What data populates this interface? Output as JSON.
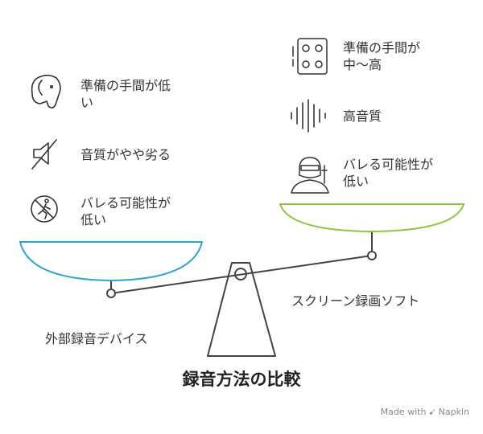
{
  "title": "録音方法の比較",
  "footer": {
    "made_with": "Made with",
    "brand": "Napkin"
  },
  "left": {
    "label": "外部録音デバイス",
    "items": [
      {
        "icon": "elephant-icon",
        "text": "準備の手間が低\nい"
      },
      {
        "icon": "muted-speaker-icon",
        "text": "音質がやや劣る"
      },
      {
        "icon": "no-running-icon",
        "text": "バレる可能性が\n低い"
      }
    ]
  },
  "right": {
    "label": "スクリーン録画ソフト",
    "items": [
      {
        "icon": "control-panel-icon",
        "text": "準備の手間が\n中〜高"
      },
      {
        "icon": "soundwave-icon",
        "text": "高音質"
      },
      {
        "icon": "ninja-icon",
        "text": "バレる可能性が\n低い"
      }
    ]
  },
  "colors": {
    "left_pan": "#2fa6c9",
    "right_pan": "#8cc63f",
    "beam": "#444444"
  }
}
